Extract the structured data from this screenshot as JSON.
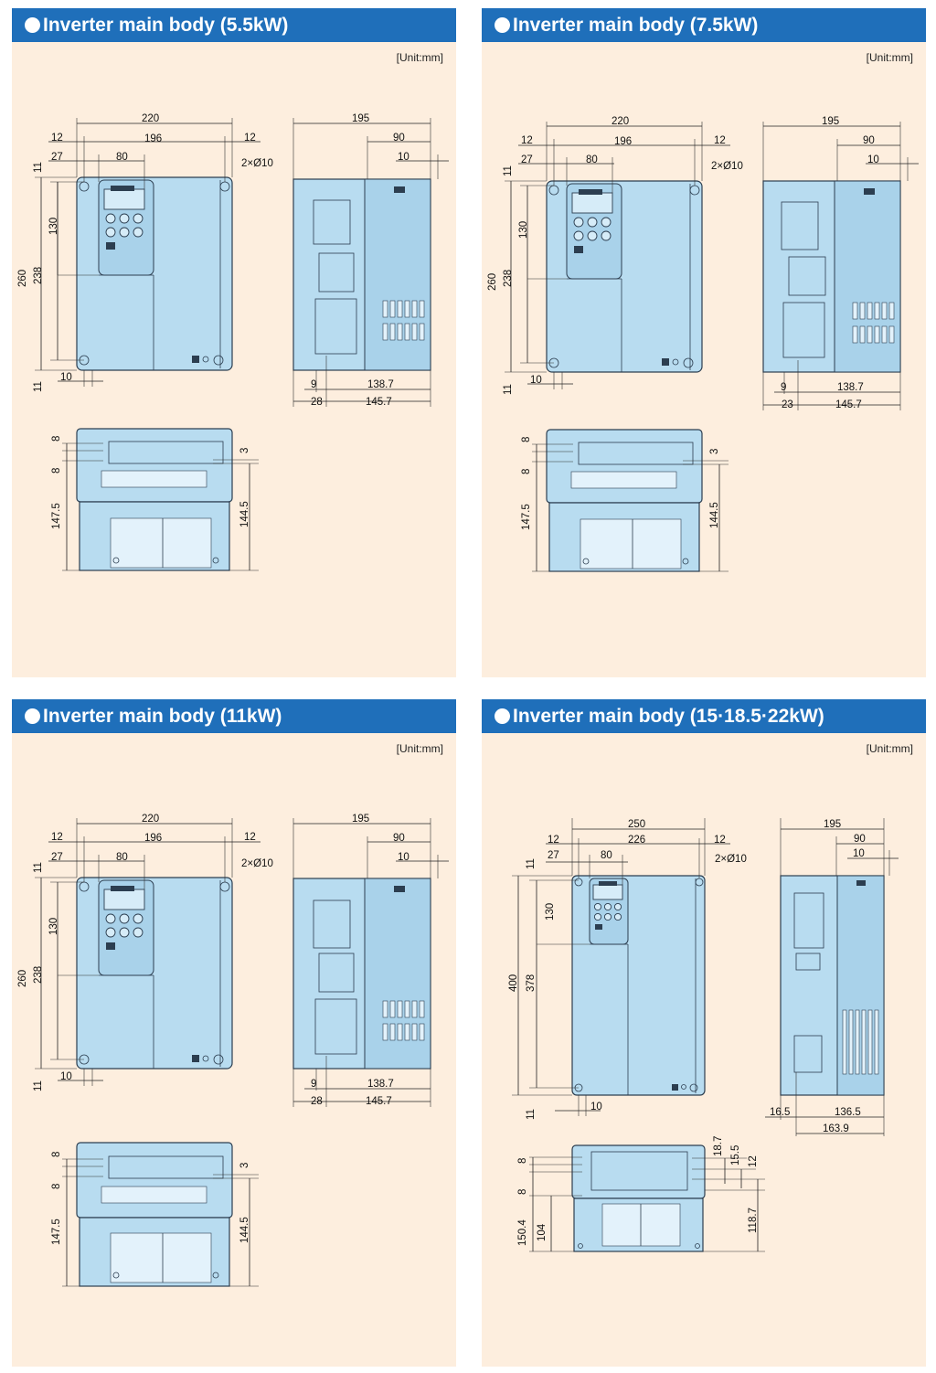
{
  "panels": [
    {
      "title": "Inverter main body (5.5kW)",
      "unit": "[Unit:mm]",
      "front": {
        "w_total": "220",
        "w_inner": "196",
        "m_left": "12",
        "m_right": "12",
        "off": "27",
        "kp_w": "80",
        "hole": "2×Ø10",
        "h_total": "260",
        "h_inner": "238",
        "t_top": "11",
        "t_kp": "130",
        "t_bot": "11",
        "b_off": "10"
      },
      "side": {
        "depth": "195",
        "d1": "90",
        "d2": "10",
        "b1": "9",
        "b2": "138.7",
        "b3": "28",
        "b4": "145.7"
      },
      "bottom": {
        "a": "8",
        "b": "8",
        "c": "147.5",
        "d": "3",
        "e": "144.5"
      }
    },
    {
      "title": "Inverter main body (7.5kW)",
      "unit": "[Unit:mm]",
      "front": {
        "w_total": "220",
        "w_inner": "196",
        "m_left": "12",
        "m_right": "12",
        "off": "27",
        "kp_w": "80",
        "hole": "2×Ø10",
        "h_total": "260",
        "h_inner": "238",
        "t_top": "11",
        "t_kp": "130",
        "t_bot": "11",
        "b_off": "10"
      },
      "side": {
        "depth": "195",
        "d1": "90",
        "d2": "10",
        "b1": "9",
        "b2": "138.7",
        "b3": "23",
        "b4": "145.7"
      },
      "bottom": {
        "a": "8",
        "b": "8",
        "c": "147.5",
        "d": "3",
        "e": "144.5"
      }
    },
    {
      "title": "Inverter main body (11kW)",
      "unit": "[Unit:mm]",
      "front": {
        "w_total": "220",
        "w_inner": "196",
        "m_left": "12",
        "m_right": "12",
        "off": "27",
        "kp_w": "80",
        "hole": "2×Ø10",
        "h_total": "260",
        "h_inner": "238",
        "t_top": "11",
        "t_kp": "130",
        "t_bot": "11",
        "b_off": "10"
      },
      "side": {
        "depth": "195",
        "d1": "90",
        "d2": "10",
        "b1": "9",
        "b2": "138.7",
        "b3": "28",
        "b4": "145.7"
      },
      "bottom": {
        "a": "8",
        "b": "8",
        "c": "147.5",
        "d": "3",
        "e": "144.5"
      }
    },
    {
      "title": "Inverter main body (15·18.5·22kW)",
      "unit": "[Unit:mm]",
      "front": {
        "w_total": "250",
        "w_inner": "226",
        "m_left": "12",
        "m_right": "12",
        "off": "27",
        "kp_w": "80",
        "hole": "2×Ø10",
        "h_total": "400",
        "h_inner": "378",
        "t_top": "11",
        "t_kp": "130",
        "t_bot": "11",
        "b_off": "10"
      },
      "side": {
        "depth": "195",
        "d1": "90",
        "d2": "10",
        "b1": "16.5",
        "b2": "136.5",
        "b4": "163.9"
      },
      "bottom": {
        "a": "8",
        "b": "8",
        "c": "150.4",
        "c2": "104",
        "d": "18.7",
        "e": "15.5",
        "f": "12",
        "g": "118.7"
      }
    }
  ]
}
